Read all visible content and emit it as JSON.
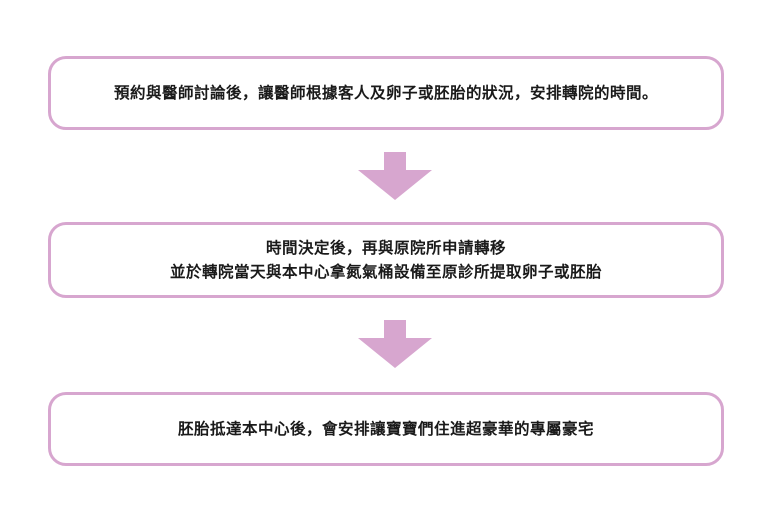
{
  "steps": [
    {
      "lines": [
        "預約與醫師討論後，讓醫師根據客人及卵子或胚胎的狀況，安排轉院的時間。"
      ]
    },
    {
      "lines": [
        "時間決定後，再與原院所申請轉移",
        "並於轉院當天與本中心拿氮氣桶設備至原診所提取卵子或胚胎"
      ]
    },
    {
      "lines": [
        "胚胎抵達本中心後，會安排讓寶寶們住進超豪華的專屬豪宅"
      ]
    }
  ],
  "colors": {
    "accent": "#d7a6cf",
    "text": "#1a1a1a"
  }
}
